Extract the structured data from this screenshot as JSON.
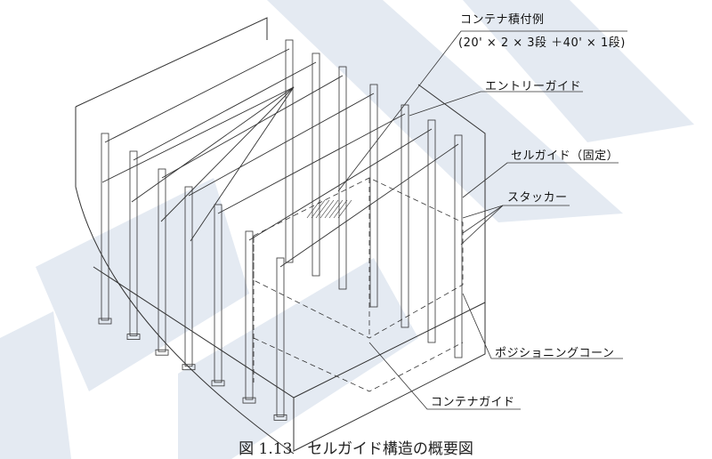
{
  "labels": {
    "loading_example": "コンテナ積付例",
    "loading_example_detail": "(20' × 2 × 3段 ＋40' × 1段)",
    "entry_guide": "エントリーガイド",
    "cell_guide": "セルガイド（固定）",
    "stacker": "スタッカー",
    "positioning_cone": "ポジショニングコーン",
    "container_guide": "コンテナガイド"
  },
  "caption": "図 1.13　セルガイド構造の概要図",
  "colors": {
    "line": "#333333",
    "watermark": "#dfe6ef",
    "hatch": "#555555"
  }
}
